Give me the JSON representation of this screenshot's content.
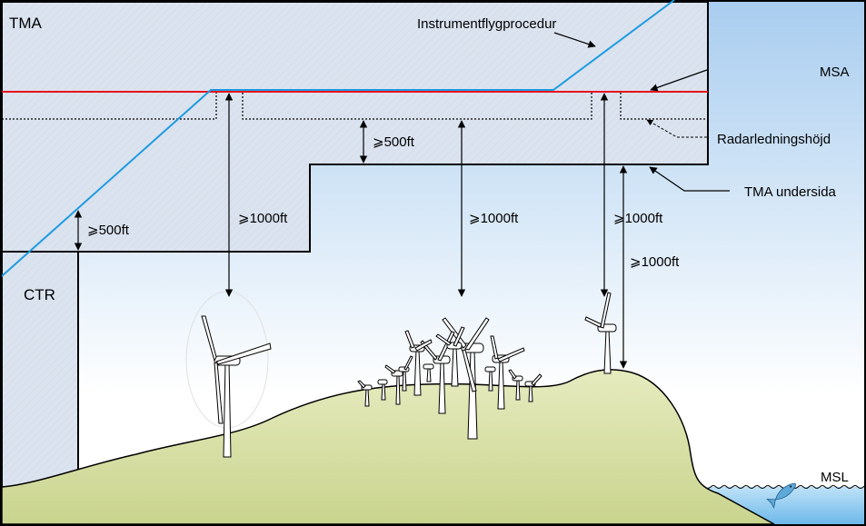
{
  "labels": {
    "tma": "TMA",
    "ctr": "CTR",
    "instrument_procedure": "Instrumentflygprocedur",
    "msa": "MSA",
    "radar_height": "Radarledningshöjd",
    "tma_underside": "TMA undersida",
    "msl": "MSL"
  },
  "clearances": {
    "ctr_tma_gap": "⩾500ft",
    "radar_tma_gap": "⩾500ft",
    "turbine_left": "⩾1000ft",
    "hill_middle": "⩾1000ft",
    "turbine_right": "⩾1000ft",
    "hill_right_peak": "⩾1000ft"
  },
  "colors": {
    "airspace_fill": "#dbe3ef",
    "sky_top": "#a9cdef",
    "sky_bottom": "#ffffff",
    "terrain": "#d6dfa3",
    "sea": "#7fc1ec",
    "msa_line": "#e8141c",
    "procedure_line": "#1e9be0",
    "outline": "#000000"
  }
}
